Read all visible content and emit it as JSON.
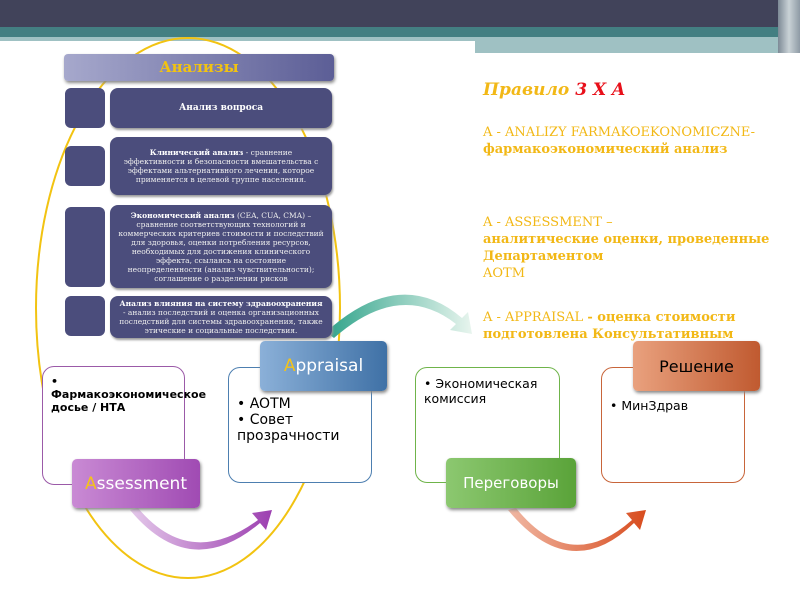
{
  "analyses": {
    "title": "Анализы",
    "items": [
      {
        "bold": "Анализ вопроса",
        "text": ""
      },
      {
        "bold": "Клинический анализ",
        "text": " - сравнение эффективности и безопасности вмешательства с эффектами альтернативного лечения, которое применяется в целевой группе населения."
      },
      {
        "bold": "Экономический анализ",
        "text": " (CEA, CUA, CMA) – сравнение соответствующих технологий и коммерческих критериев стоимости и последствий для здоровья, оценки потребления ресурсов, необходимых для достижения клинического эффекта, ссылаясь на состояние неопределенности (анализ чувствительности); соглашение о разделении рисков"
      },
      {
        "bold": "Анализ влияния на систему здравоохранения",
        "text": " - анализ последствий и оценка организационных последствий для системы здравоохранения, также этические и социальные последствия."
      }
    ]
  },
  "rule": {
    "title": "Правило",
    "title_accent": "3 X A",
    "items": [
      {
        "latin": "A - ANALIZY FARMAKOEKONOMICZNE-",
        "ru": "фармакоэкономический анализ"
      },
      {
        "latin": "A - ASSESSMENT –",
        "ru": "аналитические оценки, проведенные Департаментом",
        "latin2": "AOTM"
      },
      {
        "latin": "A - APPRAISAL ",
        "ru": " - оценка стоимости подготовлена Консультативным"
      }
    ]
  },
  "process": [
    {
      "label_first": "A",
      "label_rest": "ssessment",
      "bullets": [
        "Фармакоэкономическое досье / НТА"
      ]
    },
    {
      "label_first": "A",
      "label_rest": "ppraisal",
      "bullets": [
        "AOTM",
        "Совет прозрачности"
      ]
    },
    {
      "label_first": "",
      "label_rest": "Переговоры",
      "bullets": [
        "Экономическая комиссия"
      ]
    },
    {
      "label_first": "",
      "label_rest": "Решение",
      "bullets": [
        "МинЗдрав"
      ]
    }
  ],
  "colors": {
    "ellipse": "#f2c311",
    "assessment": "#a457b5",
    "appraisal": "#4d7fb0",
    "negotiation": "#6fb44a",
    "decision": "#c8653a"
  }
}
